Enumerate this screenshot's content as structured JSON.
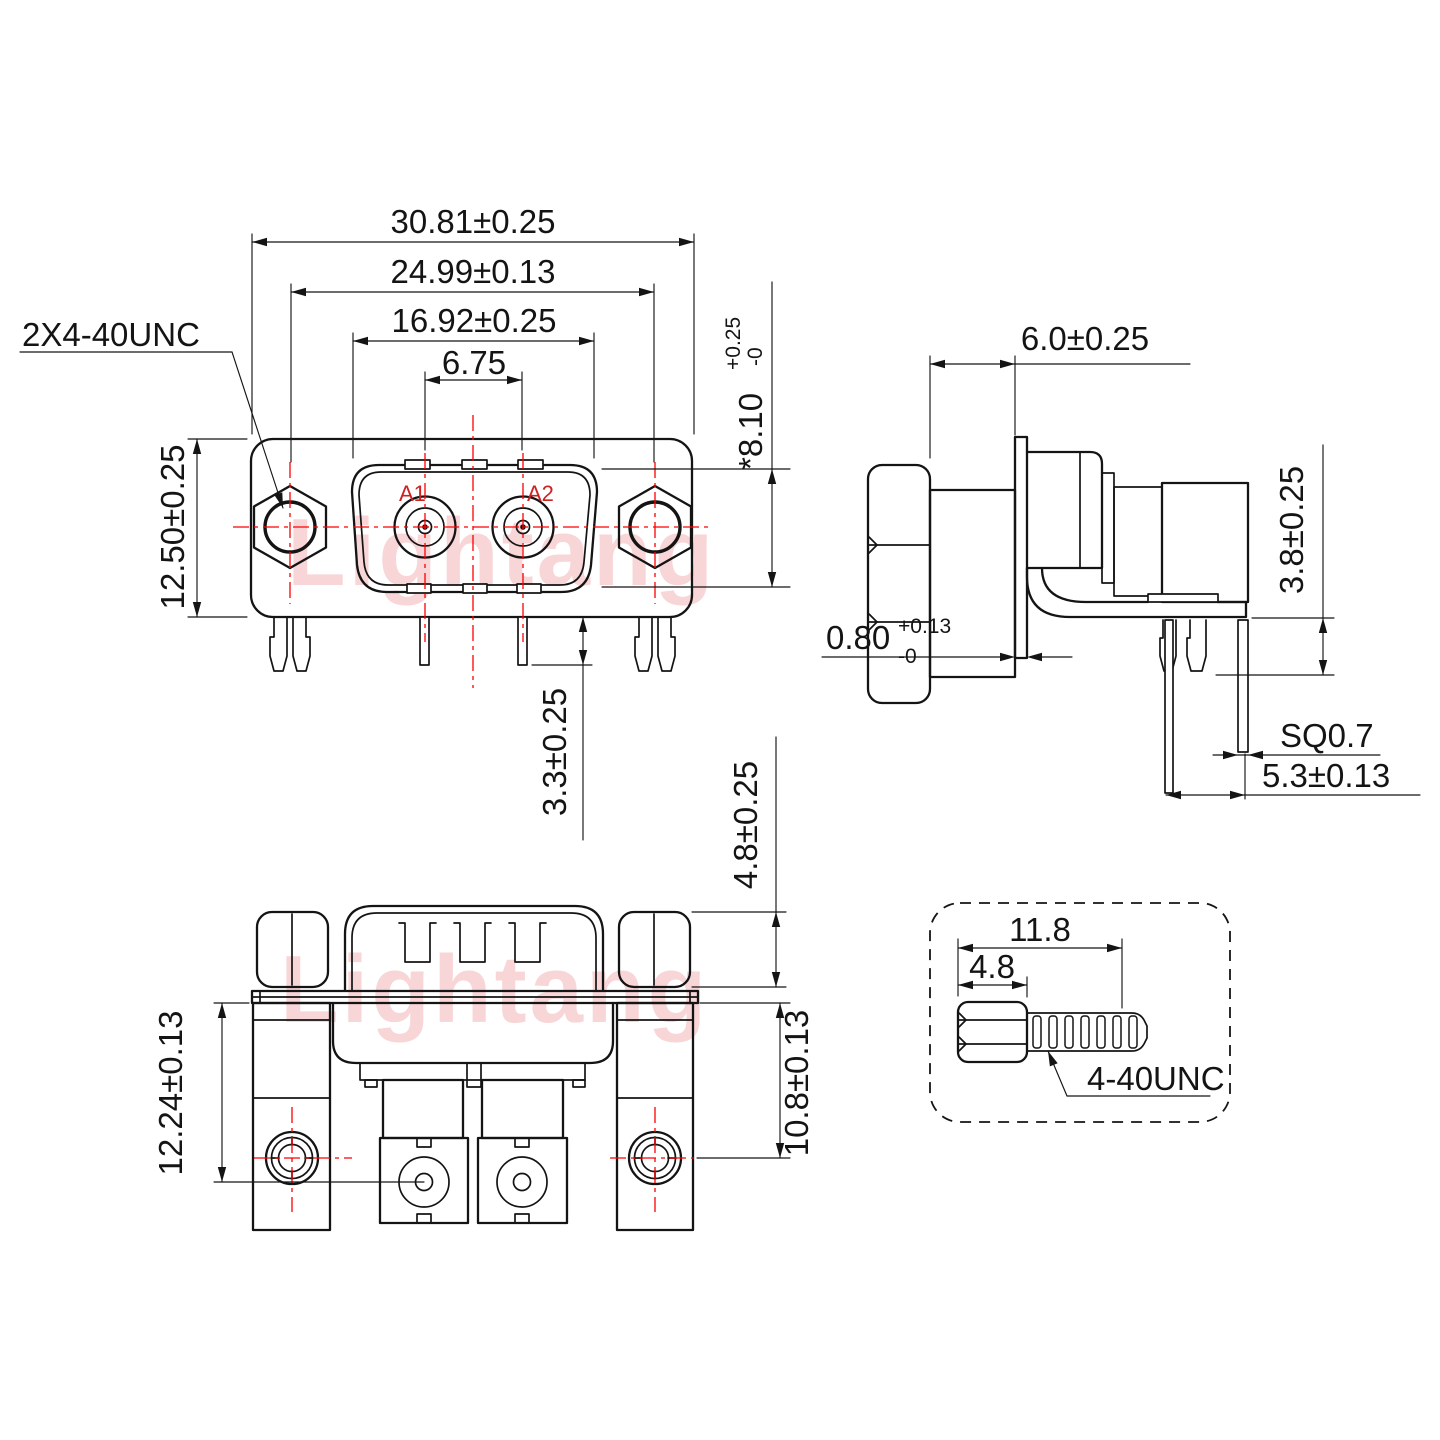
{
  "front_view": {
    "overall_width": "30.81±0.25",
    "mount_hole_spacing": "24.99±0.13",
    "shell_width": "16.92±0.25",
    "contact_spacing": "6.75",
    "flange_height": "12.50±0.25",
    "shell_height": {
      "value": "*8.10",
      "tol_plus": "+0.25",
      "tol_minus": "-0"
    },
    "pin_protrusion": "3.3±0.25",
    "thread_callout": "2X4-40UNC",
    "contact_a1": "A1",
    "contact_a2": "A2"
  },
  "side_view": {
    "screw_standoff": "6.0±0.25",
    "flange_thickness": {
      "value": "0.80",
      "tol_plus": "+0.13",
      "tol_minus": "-0"
    },
    "boardlock_depth": "3.8±0.25",
    "pin_cross_section": "SQ0.7",
    "pin_row_offset": "5.3±0.13"
  },
  "bottom_view": {
    "contact_row_offset": "12.24±0.13",
    "mount_hole_row_offset": "10.8±0.13",
    "screw_head_height": "4.8±0.25"
  },
  "screw_detail": {
    "total_length": "11.8",
    "head_length": "4.8",
    "thread_spec": "4-40UNC"
  },
  "watermark": {
    "text": "Lightang",
    "color": "#e76a6e"
  },
  "colors": {
    "outline": "#141414",
    "centerline": "#fe0000",
    "contact_label": "#cc2222",
    "background": "#ffffff"
  }
}
